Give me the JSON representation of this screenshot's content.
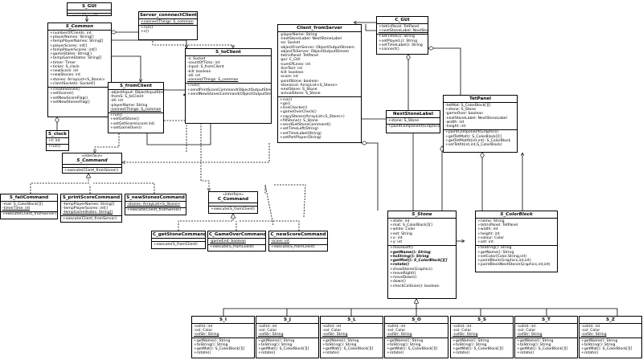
{
  "classes": {
    "s_gui": {
      "name": "S_GUI",
      "attrs": [],
      "ops": [
        "+main(String[])"
      ]
    },
    "server_connect_client": {
      "name": "Server_connnectClient",
      "attrs": [
        "+connectThings: S_common"
      ],
      "ops": [
        "+run()",
        "+c()"
      ]
    },
    "s_common": {
      "name": "S_Common",
      "attrs": [
        "+numberOfClients: int",
        "+playerNames: String[]",
        "+tempPlayerNames: String[]",
        "+playerScores: int[]",
        "+tempPlayerScores: int[]",
        "+gameStates: String[]",
        "+tempGameStates: String[]",
        "+timer: Timer",
        "+ticker: S_clock",
        "+newScore: int",
        "+newStones: int",
        "+stones: ArrayList<S_Stone>",
        "+clientSockets: Socket[]"
      ],
      "ops": [
        "+createStones()",
        "+setScores()",
        "+setNewScoreFlag()",
        "+setNewStonesFlag()"
      ]
    },
    "s_to_client": {
      "name": "S_toClient",
      "attrs": [
        "-s: Socket",
        "-countOfTicks: int",
        "-input: S_fromClient",
        "-kill: boolean",
        "-idi: int",
        "-connectThings: S_common"
      ],
      "ops": [
        "+run()",
        "+sendPrintScoreCommand(ObjectOutputStream)",
        "+sendNewStonesCommand(ObjectOutputStream)"
      ]
    },
    "s_from_client": {
      "name": "S_fromClient",
      "attrs": [
        "-objectInput: ObjectInputStream",
        "-fromS: S_toClient",
        "-idi: int",
        "-playerName: String",
        "-connectThings: S_common"
      ],
      "ops": [
        "+run()",
        "+setGetStone()",
        "+setGetScore(score:int)",
        "+setGameOver()"
      ]
    },
    "s_clock": {
      "name": "S_clock",
      "attrs": [
        "+t: int"
      ],
      "ops": [
        "+run()"
      ]
    },
    "client_from_server": {
      "name": "Client_fromServer",
      "attrs": [
        "-playerName: String",
        "-nextStoneLabel: NextStoneLabel",
        "-so: Socket",
        "-objectFromServer: ObjectOutputStream",
        "-objectToServer: ObjectOutputStream",
        "-tetrisPanel: TetPanel",
        "-gui: C_GUI",
        "-numOfLines: int",
        "-lineTact: int",
        "-kill: boolean",
        "-score: int",
        "-pointStone: boolean",
        "-stoneList: ArrayList<S_Stone>",
        "-nextStone: S_Stone",
        "-actualStone: S_Stone"
      ],
      "ops": [
        "+run()",
        "+go()",
        "+lineChecker()",
        "+gameOverCheck()",
        "+copyStones(ArrayList<S_Stone>)",
        "+fillStone(): S_Stone",
        "+sendGetStoneCommand()",
        "+setTimeLeft(String)",
        "+setTimeLabel(String)",
        "+setPartPlayer(String)"
      ]
    },
    "c_gui": {
      "name": "C_GUI",
      "attrs": [
        "+tetrisPanel: TetPanel",
        "+nextStoneLabel: NextStoneLabel"
      ],
      "ops": [
        "+setTimeL(): String",
        "+setPlayerL(): String",
        "+setTimeLabel(): String",
        "+connect()"
      ]
    },
    "next_stone_label": {
      "name": "NextStoneLabel",
      "attrs": [
        "+stone: S_Stone"
      ],
      "ops": [
        "+paintComponent(Graphics)"
      ]
    },
    "tet_panel": {
      "name": "TetPanel",
      "attrs": [
        "-tetMat: S_ColorBlock[][]",
        "+stone: S_Stone",
        "-gameOver: boolean",
        "-nextStoneLabel: NextStoneLabel",
        "-width: int",
        "-height: int"
      ],
      "ops": [
        "+paintComponent(Graphics)",
        "+getTetMat(): S_ColorBlock[][]",
        "+getTetMatAt(int,int): S_ColorBlock",
        "+setTetAt(int,int,S_ColorBlock)"
      ]
    },
    "s_command": {
      "stereotype": "«interface»",
      "name": "S_Command",
      "attrs": [],
      "ops": [
        "+execute(Client_fromServer)"
      ]
    },
    "s_fail_command": {
      "name": "S_failCommand",
      "attrs": [
        "-mat: S_ColorBlock[][]",
        "-timerTime: int"
      ],
      "ops": [
        "+execute(Client_fromServer)"
      ]
    },
    "s_print_score_command": {
      "name": "S_printScoreCommand",
      "attrs": [
        "-tempPlayerNames: String[]",
        "-tempPlayerScores: int[]",
        "-tempGameStates: String[]"
      ],
      "ops": [
        "+execute(Client_fromServer)"
      ]
    },
    "s_new_stones_command": {
      "name": "S_newStonesCommand",
      "attrs": [
        "-stones: ArrayList<S_Stone>"
      ],
      "ops": [
        "+execute(Client_fromServer)"
      ]
    },
    "c_command": {
      "stereotype": "«interface»",
      "name": "C_Command",
      "attrs": [],
      "ops": [
        "+execute(S_fromClient)"
      ]
    },
    "c_get_stone_command": {
      "name": "C_getStoneCommand",
      "attrs": [],
      "ops": [
        "+execute(S_fromClient)"
      ]
    },
    "c_game_over_command": {
      "name": "C_GameOverCommand",
      "attrs": [
        "-gameEnd: boolean"
      ],
      "ops": [
        "+execute(S_fromClient)"
      ]
    },
    "c_new_score_command": {
      "name": "C_newScoreCommand",
      "attrs": [
        "-score: int"
      ],
      "ops": [
        "+execute(S_fromClient)"
      ]
    },
    "s_stone": {
      "name": "S_Stone",
      "attrs": [
        "+state: int",
        "+mat: S_ColorBlock[][]",
        "+white: Color",
        "+ext: String",
        "+x: int",
        "+y: int"
      ],
      "ops": [
        "+moveLeft()",
        "+getName(): String",
        "+toString(): String",
        "+getMat(): S_ColorBlock[][]",
        "+rotate()",
        "+showStone(Graphics)",
        "+moveRight()",
        "+moveDown()",
        "+down()",
        "+checkCollision(): boolean"
      ]
    },
    "s_color_block": {
      "name": "S_ColorBlock",
      "attrs": [
        "+name: String",
        "+tetrisPanel: TetPanel",
        "+width: int",
        "+height: int",
        "+colour: Color",
        "+set: int"
      ],
      "ops": [
        "+toString(): String",
        "+getName(): String",
        "+setColor(Color,String,int)",
        "+paintBlock(Graphics,int,int)",
        "+paintBlockNextStone(Graphics,int,int)"
      ]
    },
    "s_i": {
      "name": "S_I",
      "attrs": [
        "-colInt: int",
        "-col: Color",
        "-colStr: String"
      ],
      "ops": [
        "+getName(): String",
        "+toString(): String",
        "+getMat(): S_ColorBlock[][]",
        "+rotate()"
      ]
    },
    "s_j": {
      "name": "S_J",
      "attrs": [
        "-colInt: int",
        "-col: Color",
        "-colStr: String"
      ],
      "ops": [
        "+getName(): String",
        "+toString(): String",
        "+getMat(): S_ColorBlock[][]",
        "+rotate()"
      ]
    },
    "s_l": {
      "name": "S_L",
      "attrs": [
        "-colInt: int",
        "-col: Color",
        "-colStr: String"
      ],
      "ops": [
        "+getName(): String",
        "+toString(): String",
        "+getMat(): S_ColorBlock[][]",
        "+rotate()"
      ]
    },
    "s_o": {
      "name": "S_O",
      "attrs": [
        "-colInt: int",
        "-col: Color",
        "-colStr: String"
      ],
      "ops": [
        "+getName(): String",
        "+toString(): String",
        "+getMat(): S_ColorBlock[][]",
        "+rotate()"
      ]
    },
    "s_s": {
      "name": "S_S",
      "attrs": [
        "-colInt: int",
        "-col: Color",
        "-colStr: String"
      ],
      "ops": [
        "+getName(): String",
        "+toString(): String",
        "+getMat(): S_ColorBlock[][]",
        "+rotate()"
      ]
    },
    "s_t": {
      "name": "S_T",
      "attrs": [
        "-colInt: int",
        "-col: Color",
        "-colStr: String"
      ],
      "ops": [
        "+getName(): String",
        "+toString(): String",
        "+getMat(): S_ColorBlock[][]",
        "+rotate()"
      ]
    },
    "s_z": {
      "name": "S_Z",
      "attrs": [
        "-colInt: int",
        "-col: Color",
        "-colStr: String"
      ],
      "ops": [
        "+getName(): String",
        "+toString(): String",
        "+getMat(): S_ColorBlock[][]",
        "+rotate()"
      ]
    }
  }
}
